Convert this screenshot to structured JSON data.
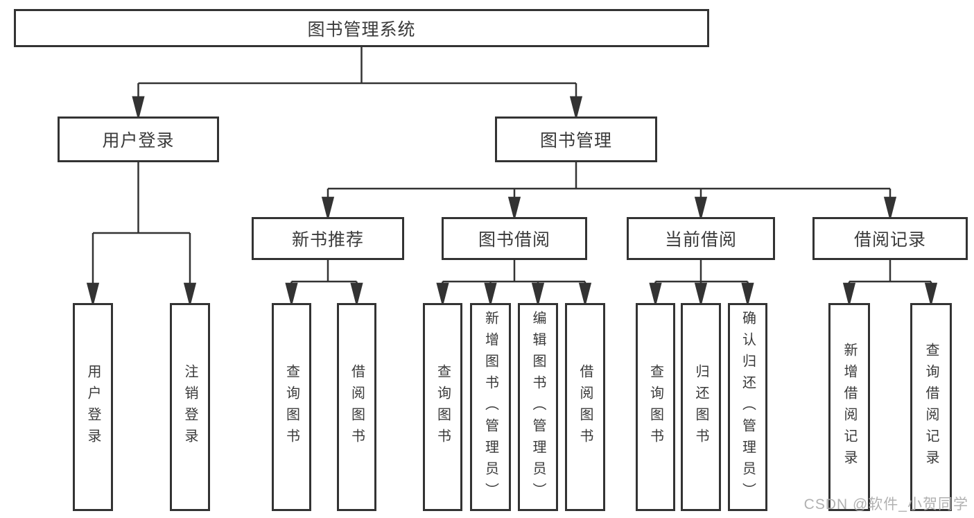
{
  "diagram": {
    "title": "图书管理系统",
    "watermark": "CSDN @软件_小贺同学",
    "colors": {
      "line": "#333333",
      "text": "#3a3a3a",
      "background": "#ffffff",
      "watermark": "#ababab"
    },
    "nodes": [
      {
        "id": "root",
        "label": "图书管理系统",
        "orientation": "horizontal",
        "level": 1
      },
      {
        "id": "user-login-group",
        "label": "用户登录",
        "orientation": "horizontal",
        "level": 2
      },
      {
        "id": "book-management",
        "label": "图书管理",
        "orientation": "horizontal",
        "level": 2
      },
      {
        "id": "new-book-recommend",
        "label": "新书推荐",
        "orientation": "horizontal",
        "level": 3
      },
      {
        "id": "book-borrow",
        "label": "图书借阅",
        "orientation": "horizontal",
        "level": 3
      },
      {
        "id": "current-borrow",
        "label": "当前借阅",
        "orientation": "horizontal",
        "level": 3
      },
      {
        "id": "borrow-records",
        "label": "借阅记录",
        "orientation": "horizontal",
        "level": 3
      },
      {
        "id": "leaf-user-login",
        "label": "用户登录",
        "orientation": "vertical",
        "level": 4
      },
      {
        "id": "leaf-logout",
        "label": "注销登录",
        "orientation": "vertical",
        "level": 4
      },
      {
        "id": "leaf-query-book-1",
        "label": "查询图书",
        "orientation": "vertical",
        "level": 4
      },
      {
        "id": "leaf-borrow-book-1",
        "label": "借阅图书",
        "orientation": "vertical",
        "level": 4
      },
      {
        "id": "leaf-query-book-2",
        "label": "查询图书",
        "orientation": "vertical",
        "level": 4
      },
      {
        "id": "leaf-add-book",
        "label": "新增图书（管理员）",
        "orientation": "vertical",
        "level": 4
      },
      {
        "id": "leaf-edit-book",
        "label": "编辑图书（管理员）",
        "orientation": "vertical",
        "level": 4
      },
      {
        "id": "leaf-borrow-book-2",
        "label": "借阅图书",
        "orientation": "vertical",
        "level": 4
      },
      {
        "id": "leaf-query-book-3",
        "label": "查询图书",
        "orientation": "vertical",
        "level": 4
      },
      {
        "id": "leaf-return-book",
        "label": "归还图书",
        "orientation": "vertical",
        "level": 4
      },
      {
        "id": "leaf-confirm-return",
        "label": "确认归还（管理员）",
        "orientation": "vertical",
        "level": 4
      },
      {
        "id": "leaf-add-record",
        "label": "新增借阅记录",
        "orientation": "vertical",
        "level": 4
      },
      {
        "id": "leaf-query-record",
        "label": "查询借阅记录",
        "orientation": "vertical",
        "level": 4
      }
    ],
    "edges": [
      {
        "from": "root",
        "to": [
          "user-login-group",
          "book-management"
        ]
      },
      {
        "from": "user-login-group",
        "to": [
          "leaf-user-login",
          "leaf-logout"
        ]
      },
      {
        "from": "book-management",
        "to": [
          "new-book-recommend",
          "book-borrow",
          "current-borrow",
          "borrow-records"
        ]
      },
      {
        "from": "new-book-recommend",
        "to": [
          "leaf-query-book-1",
          "leaf-borrow-book-1"
        ]
      },
      {
        "from": "book-borrow",
        "to": [
          "leaf-query-book-2",
          "leaf-add-book",
          "leaf-edit-book",
          "leaf-borrow-book-2"
        ]
      },
      {
        "from": "current-borrow",
        "to": [
          "leaf-query-book-3",
          "leaf-return-book",
          "leaf-confirm-return"
        ]
      },
      {
        "from": "borrow-records",
        "to": [
          "leaf-add-record",
          "leaf-query-record"
        ]
      }
    ]
  }
}
